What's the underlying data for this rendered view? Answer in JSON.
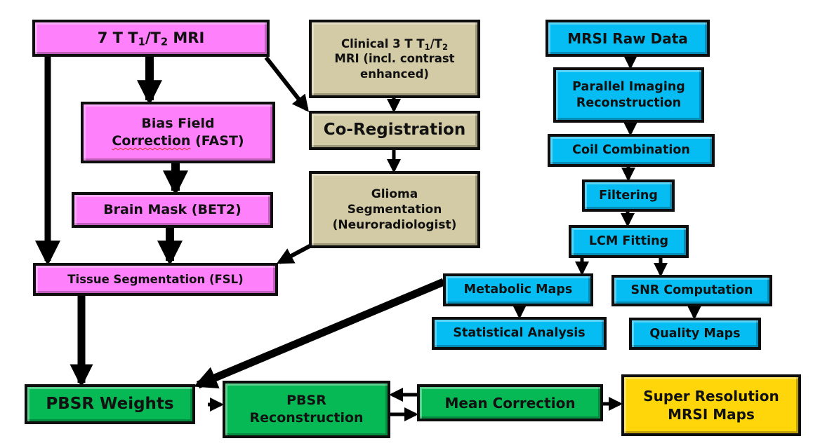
{
  "diagram": {
    "colors": {
      "structural_mri": "#fe80fb",
      "clinical": "#d3cba5",
      "mrsi": "#06bdf3",
      "pbsr": "#07b955",
      "output": "#fed60a",
      "border": "#0d0d0d"
    },
    "nodes": {
      "mri_7t": {
        "prefix": "7 T T",
        "sub1": "1",
        "mid": "/T",
        "sub2": "2",
        "suffix": " MRI"
      },
      "clinical_3t": {
        "line1_prefix": "Clinical 3 T T",
        "sub1": "1",
        "mid": "/T",
        "sub2": "2",
        "line2": "MRI (incl. contrast",
        "line3": "enhanced)"
      },
      "bias_field": {
        "line1": "Bias Field",
        "line2_a": "Correction",
        "line2_b": " (FAST)"
      },
      "co_registration": {
        "label": "Co-Registration"
      },
      "brain_mask": {
        "label": "Brain Mask (BET2)"
      },
      "glioma_segmentation": {
        "line1": "Glioma",
        "line2": "Segmentation",
        "line3": "(Neuroradiologist)"
      },
      "tissue_segmentation": {
        "label": "Tissue Segmentation (FSL)"
      },
      "mrsi_raw": {
        "label": "MRSI Raw Data"
      },
      "parallel_imaging": {
        "line1": "Parallel Imaging",
        "line2": "Reconstruction"
      },
      "coil_combination": {
        "label": "Coil Combination"
      },
      "filtering": {
        "label": "Filtering"
      },
      "lcm_fitting": {
        "label": "LCM Fitting"
      },
      "metabolic_maps": {
        "label": "Metabolic Maps"
      },
      "snr_computation": {
        "label": "SNR Computation"
      },
      "statistical_analysis": {
        "label": "Statistical Analysis"
      },
      "quality_maps": {
        "label": "Quality Maps"
      },
      "pbsr_weights": {
        "label": "PBSR Weights"
      },
      "pbsr_reconstruction": {
        "line1": "PBSR",
        "line2": "Reconstruction"
      },
      "mean_correction": {
        "label": "Mean Correction"
      },
      "super_resolution": {
        "line1": "Super Resolution",
        "line2": "MRSI Maps"
      }
    },
    "edges": [
      {
        "from": "mri_7t",
        "to": "bias_field"
      },
      {
        "from": "mri_7t",
        "to": "tissue_segmentation"
      },
      {
        "from": "mri_7t",
        "to": "co_registration"
      },
      {
        "from": "clinical_3t",
        "to": "co_registration"
      },
      {
        "from": "bias_field",
        "to": "brain_mask"
      },
      {
        "from": "co_registration",
        "to": "glioma_segmentation"
      },
      {
        "from": "brain_mask",
        "to": "tissue_segmentation"
      },
      {
        "from": "glioma_segmentation",
        "to": "tissue_segmentation"
      },
      {
        "from": "tissue_segmentation",
        "to": "pbsr_weights"
      },
      {
        "from": "mrsi_raw",
        "to": "parallel_imaging"
      },
      {
        "from": "parallel_imaging",
        "to": "coil_combination"
      },
      {
        "from": "coil_combination",
        "to": "filtering"
      },
      {
        "from": "filtering",
        "to": "lcm_fitting"
      },
      {
        "from": "lcm_fitting",
        "to": "metabolic_maps"
      },
      {
        "from": "lcm_fitting",
        "to": "snr_computation"
      },
      {
        "from": "metabolic_maps",
        "to": "statistical_analysis"
      },
      {
        "from": "snr_computation",
        "to": "quality_maps"
      },
      {
        "from": "metabolic_maps",
        "to": "pbsr_weights"
      },
      {
        "from": "pbsr_weights",
        "to": "pbsr_reconstruction"
      },
      {
        "from": "pbsr_reconstruction",
        "to": "mean_correction"
      },
      {
        "from": "mean_correction",
        "to": "pbsr_reconstruction"
      },
      {
        "from": "mean_correction",
        "to": "super_resolution"
      }
    ]
  }
}
